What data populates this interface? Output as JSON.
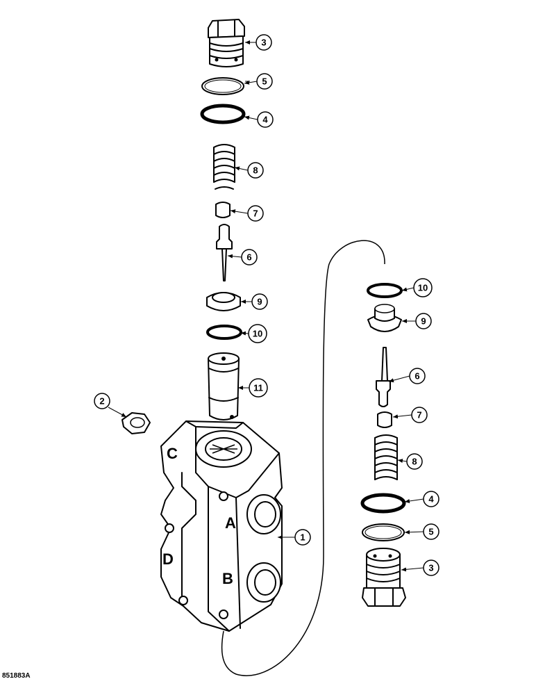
{
  "drawing_ref": "851883A",
  "ports": [
    "A",
    "B",
    "C",
    "D"
  ],
  "callouts": {
    "top_3": "3",
    "top_5": "5",
    "top_4": "4",
    "top_8": "8",
    "top_7": "7",
    "top_6": "6",
    "top_9": "9",
    "top_10": "10",
    "spool_11": "11",
    "plug_2": "2",
    "body_1": "1",
    "right_10": "10",
    "right_9": "9",
    "right_6": "6",
    "right_7": "7",
    "right_8": "8",
    "right_4": "4",
    "right_5": "5",
    "right_3": "3"
  }
}
